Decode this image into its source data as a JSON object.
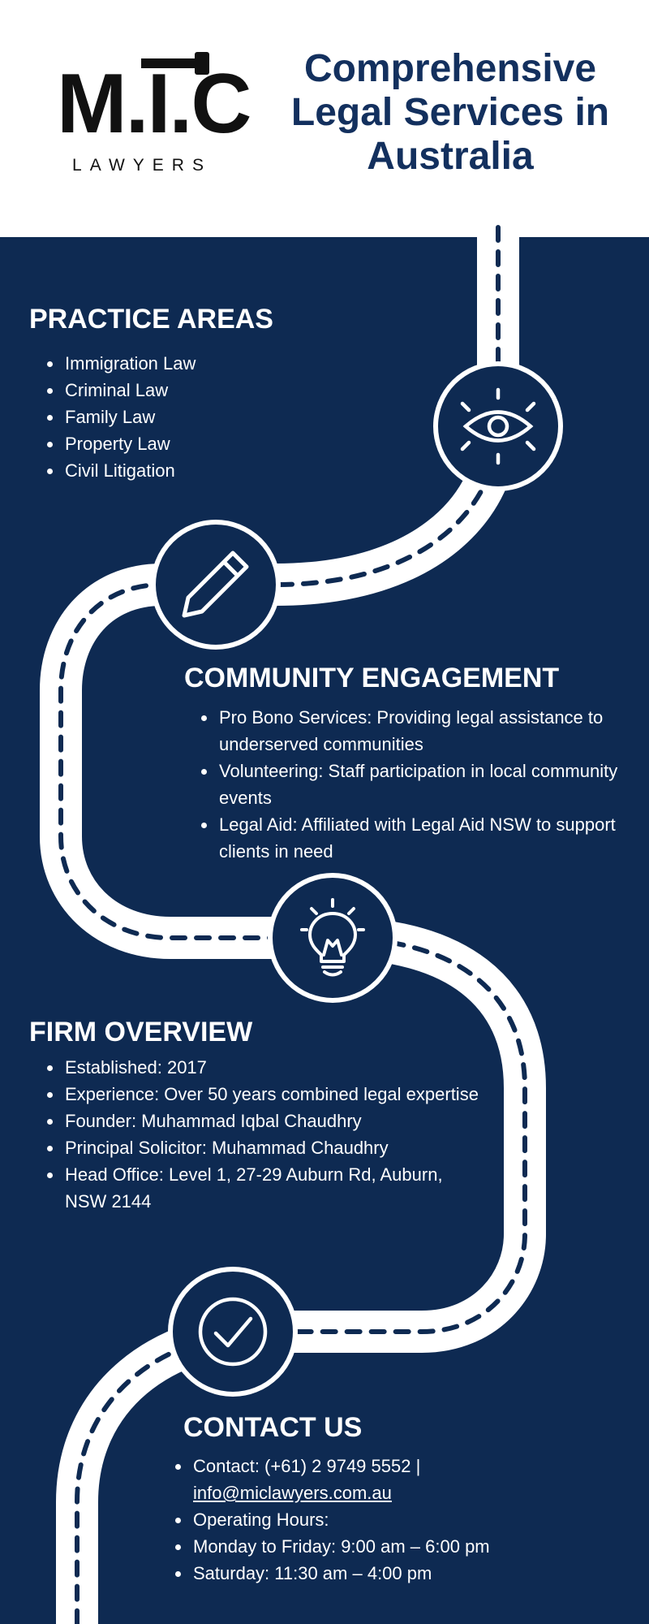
{
  "logo": {
    "wordmark": "M.I.C",
    "subtitle": "LAWYERS"
  },
  "header": {
    "title": "Comprehensive Legal Services in Australia"
  },
  "colors": {
    "navy": "#0e2a52",
    "title_navy": "#13305e",
    "white": "#ffffff"
  },
  "icons": [
    "eye-icon",
    "pencil-icon",
    "lightbulb-icon",
    "checkmark-icon"
  ],
  "sections": {
    "practice": {
      "title": "PRACTICE AREAS",
      "items": [
        "Immigration Law",
        "Criminal Law",
        "Family Law",
        "Property Law",
        "Civil Litigation"
      ]
    },
    "community": {
      "title": "COMMUNITY ENGAGEMENT",
      "items": [
        "Pro Bono Services: Providing legal assistance to underserved communities",
        "Volunteering: Staff participation in local community events",
        "Legal Aid: Affiliated with Legal Aid NSW to support clients in need"
      ]
    },
    "firm": {
      "title": "FIRM OVERVIEW",
      "items": [
        "Established: 2017",
        "Experience: Over 50 years combined legal expertise",
        "Founder: Muhammad Iqbal Chaudhry",
        "Principal Solicitor: Muhammad Chaudhry",
        "Head Office: Level 1, 27-29 Auburn Rd, Auburn, NSW 2144"
      ]
    },
    "contact": {
      "title": "CONTACT US",
      "phone": "Contact: (+61) 2 9749 5552 |",
      "email": "info@miclawyers.com.au",
      "items": [
        "Operating Hours:",
        "Monday to Friday: 9:00 am – 6:00 pm",
        "Saturday: 11:30 am – 4:00 pm"
      ]
    }
  }
}
